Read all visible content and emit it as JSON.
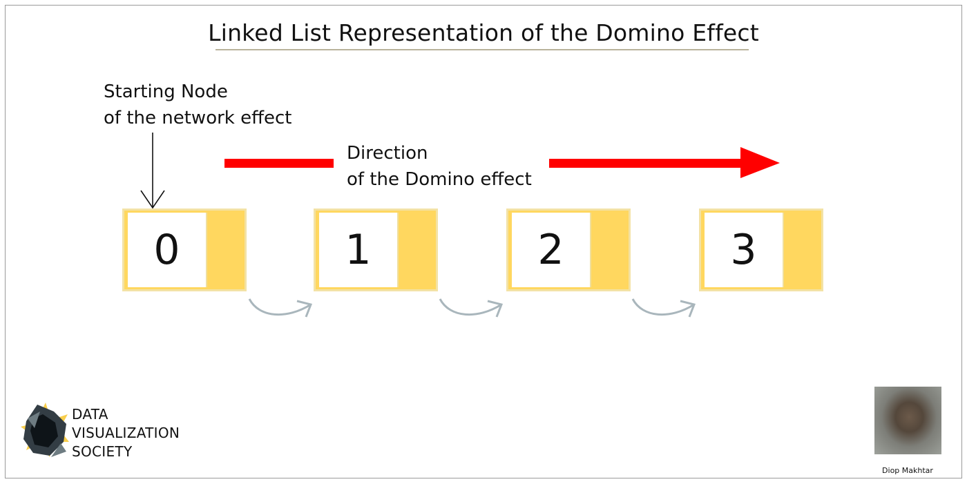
{
  "diagram": {
    "title": "Linked List Representation of the Domino Effect",
    "start_label": [
      "Starting Node",
      "of the network effect"
    ],
    "direction_label": [
      "Direction",
      "of the Domino effect"
    ],
    "nodes": [
      {
        "label": "0"
      },
      {
        "label": "1"
      },
      {
        "label": "2"
      },
      {
        "label": "3"
      }
    ],
    "colors": {
      "node_fill": "#ffd75f",
      "node_border": "#f3e2a5",
      "direction_arrow": "#ff0000",
      "link_arrow": "#a9b6bc"
    }
  },
  "logo": {
    "lines": [
      "DATA",
      "VISUALIZATION",
      "SOCIETY"
    ],
    "icon": "star-burst-icon"
  },
  "author": {
    "name": "Diop Makhtar"
  }
}
